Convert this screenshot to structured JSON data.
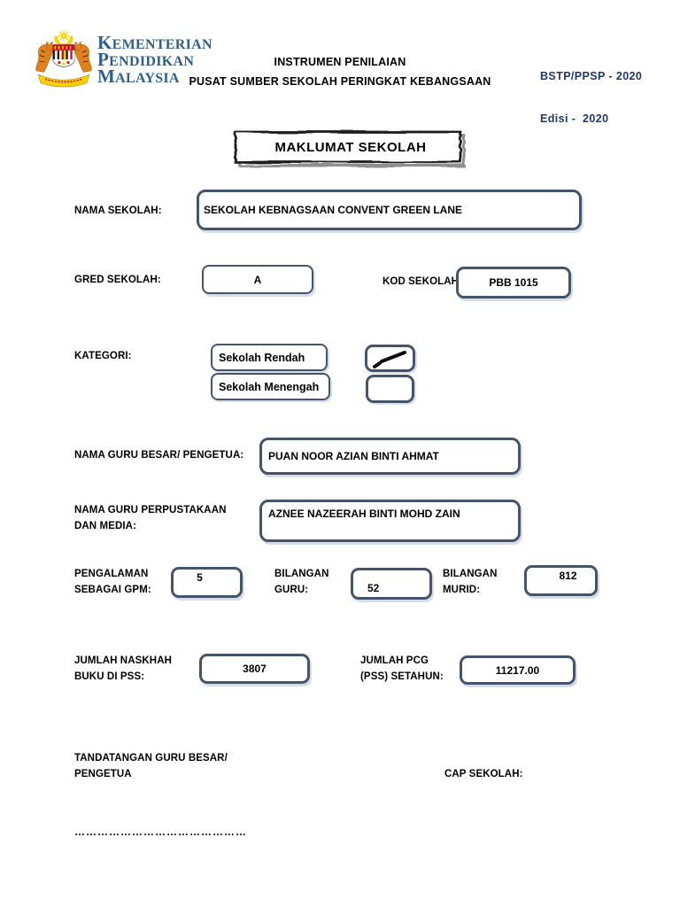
{
  "colors": {
    "box_border": "#44546A",
    "ministry_blue": "#2F5E8C",
    "edition_blue": "#1F3864",
    "banner_border": "#1a1a1a",
    "emblem_yellow": "#FFD100",
    "emblem_red": "#CC1126",
    "tiger_orange": "#E0821C"
  },
  "header": {
    "ministry_lines": [
      {
        "initial": "K",
        "rest": "EMENTERIAN"
      },
      {
        "initial": "P",
        "rest": "ENDIDIKAN"
      },
      {
        "initial": "M",
        "rest": "ALAYSIA"
      }
    ],
    "title_line1": "INSTRUMEN PENILAIAN",
    "title_line2": "PUSAT SUMBER SEKOLAH PERINGKAT KEBANGSAAN",
    "edition_line1": "BSTP/PPSP - 2020",
    "edition_line2": "Edisi -  2020"
  },
  "banner": {
    "title": "MAKLUMAT SEKOLAH"
  },
  "form": {
    "nama_sekolah": {
      "label": "NAMA SEKOLAH:",
      "value": "SEKOLAH KEBNAGSAAN CONVENT GREEN LANE"
    },
    "gred_sekolah": {
      "label": "GRED SEKOLAH:",
      "value": "A"
    },
    "kod_sekolah": {
      "label": "KOD SEKOLAH",
      "value": "PBB 1015"
    },
    "kategori": {
      "label": "KATEGORI:",
      "options": [
        {
          "label": "Sekolah Rendah",
          "checked": true
        },
        {
          "label": "Sekolah Menengah",
          "checked": false
        }
      ]
    },
    "guru_besar": {
      "label": "NAMA GURU BESAR/ PENGETUA:",
      "value": "PUAN NOOR AZIAN BINTI AHMAT"
    },
    "guru_perpustakaan": {
      "label_line1": "NAMA GURU PERPUSTAKAAN",
      "label_line2": "DAN MEDIA:",
      "value": "AZNEE NAZEERAH BINTI MOHD ZAIN"
    },
    "pengalaman_gpm": {
      "label_line1": "PENGALAMAN",
      "label_line2": "SEBAGAI GPM:",
      "value": "5"
    },
    "bilangan_guru": {
      "label_line1": "BILANGAN",
      "label_line2": "GURU:",
      "value": "52"
    },
    "bilangan_murid": {
      "label_line1": "BILANGAN",
      "label_line2": "MURID:",
      "value": "812"
    },
    "jumlah_buku": {
      "label_line1": "JUMLAH NASKHAH",
      "label_line2": "BUKU DI PSS:",
      "value": "3807"
    },
    "jumlah_pcg": {
      "label_line1": "JUMLAH PCG",
      "label_line2": "(PSS) SETAHUN:",
      "value": "11217.00"
    }
  },
  "footer": {
    "tandatangan_line1": "TANDATANGAN GURU BESAR/",
    "tandatangan_line2": "PENGETUA",
    "cap_sekolah": "CAP SEKOLAH:",
    "dotted_line": "………………………………………"
  }
}
